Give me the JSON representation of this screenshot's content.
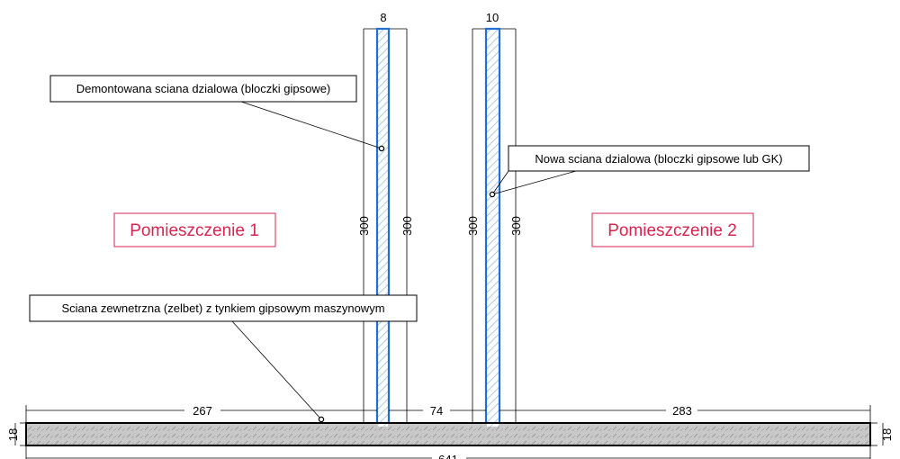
{
  "dimensions": {
    "top_left_wall": "8",
    "top_right_wall": "10",
    "left_wall_height_a": "300",
    "left_wall_height_b": "300",
    "right_wall_height_a": "300",
    "right_wall_height_b": "300",
    "segment_left": "267",
    "segment_middle": "74",
    "segment_right": "283",
    "overall_length": "641",
    "slab_thickness_left": "18",
    "slab_thickness_right": "18"
  },
  "callouts": {
    "demolished_wall": "Demontowana sciana dzialowa (bloczki gipsowe)",
    "new_wall": "Nowa sciana dzialowa (bloczki gipsowe lub GK)",
    "external_wall": "Sciana zewnetrzna (zelbet) z tynkiem gipsowym maszynowym"
  },
  "rooms": {
    "room_1": "Pomieszczenie 1",
    "room_2": "Pomieszczenie 2"
  },
  "colors": {
    "room_label": "#d6264f",
    "wall_outline": "#1f6fd6",
    "wall_hatch": "#8fb0d8",
    "slab_fill": "#c8c8c8"
  }
}
